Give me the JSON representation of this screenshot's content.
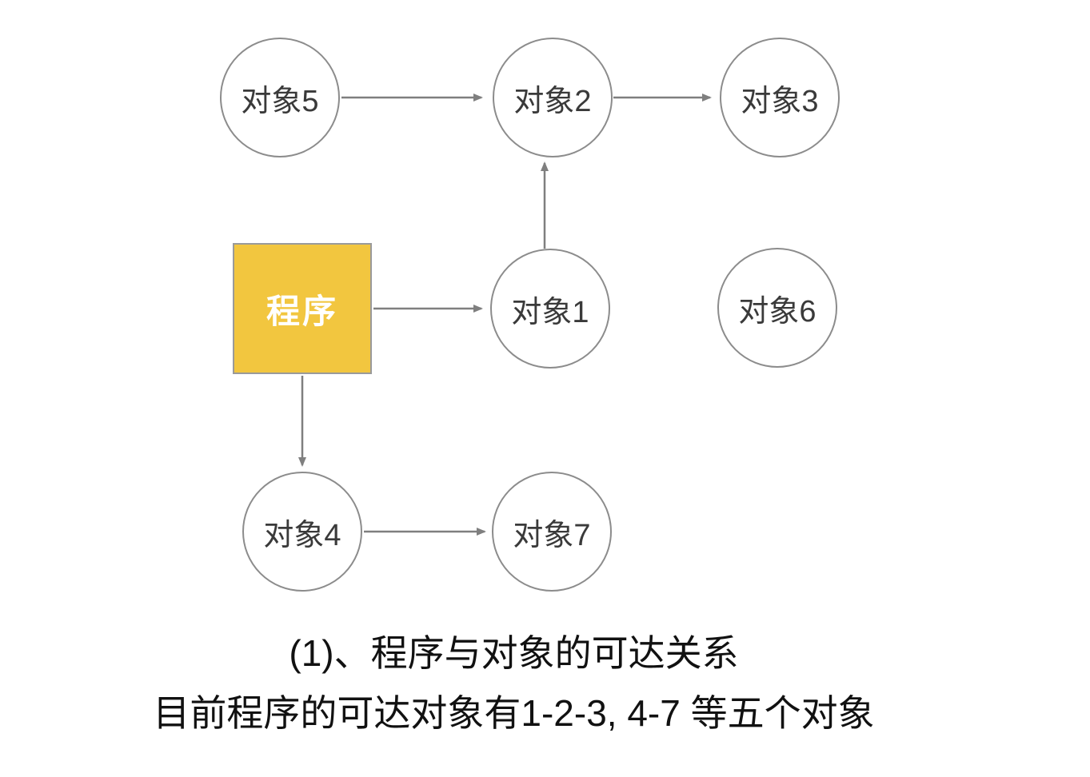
{
  "diagram": {
    "program": {
      "label": "程序"
    },
    "nodes": [
      {
        "id": "object-5",
        "label": "对象5"
      },
      {
        "id": "object-2",
        "label": "对象2"
      },
      {
        "id": "object-3",
        "label": "对象3"
      },
      {
        "id": "object-1",
        "label": "对象1"
      },
      {
        "id": "object-6",
        "label": "对象6"
      },
      {
        "id": "object-4",
        "label": "对象4"
      },
      {
        "id": "object-7",
        "label": "对象7"
      }
    ],
    "edges": [
      {
        "from": "对象5",
        "to": "对象2"
      },
      {
        "from": "对象2",
        "to": "对象3"
      },
      {
        "from": "对象1",
        "to": "对象2"
      },
      {
        "from": "程序",
        "to": "对象1"
      },
      {
        "from": "程序",
        "to": "对象4"
      },
      {
        "from": "对象4",
        "to": "对象7"
      }
    ]
  },
  "caption": {
    "line1": "(1)、程序与对象的可达关系",
    "line2": "目前程序的可达对象有1-2-3, 4-7 等五个对象"
  },
  "colors": {
    "program_fill": "#F2C63F",
    "program_border": "#9A9A9A",
    "node_border": "#8C8C8C",
    "node_text": "#3A3A3A",
    "arrow": "#7F7F7F",
    "caption_text": "#111111",
    "background": "#FFFFFF"
  }
}
